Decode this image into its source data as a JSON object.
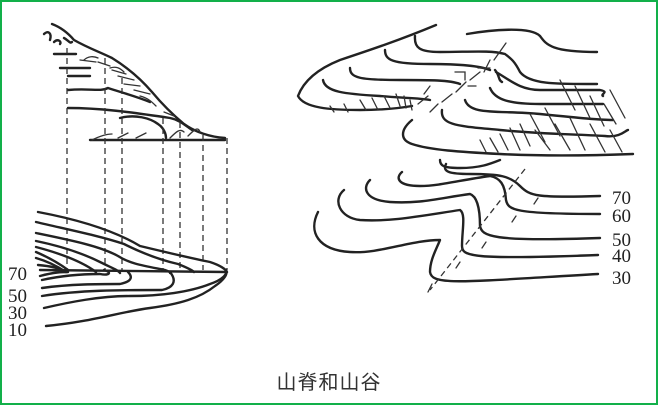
{
  "caption": "山脊和山谷",
  "frame": {
    "border_color": "#12b04a"
  },
  "left_figure": {
    "name": "ridge",
    "contour_labels": [
      "70",
      "50",
      "30",
      "10"
    ]
  },
  "right_figure": {
    "name": "valley",
    "contour_labels": [
      "70",
      "60",
      "50",
      "40",
      "30"
    ]
  }
}
